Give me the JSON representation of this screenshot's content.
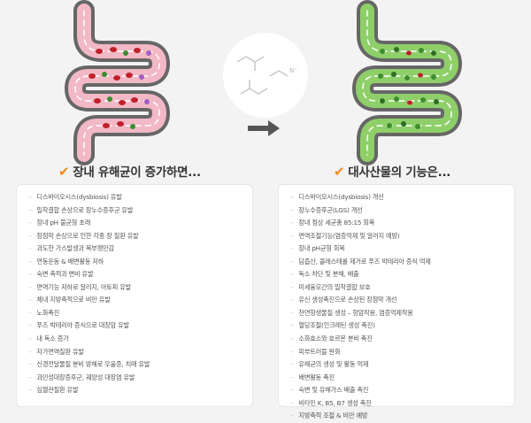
{
  "left": {
    "heading": "장내 유해균이 증가하면...",
    "items": [
      "디스바이오시스(dysbiosis) 유발",
      "밀착결합 손상으로 장누수증후군 유발",
      "장내 pH 불균형 초래",
      "장점막 손상으로 인한 각종 장 질환 유발",
      "과도한 가스발생과 복부팽만감",
      "연동운동 & 배변활동 저하",
      "숙변 축적과 변비 유발",
      "면역기능 저하로 알러지, 아토피 유발",
      "체내 지방축적으로 비만 유발",
      "노화촉진",
      "푸즈 박테리아 증식으로 대장암 유발",
      "내 독소 증가",
      "자가면역질환 유발",
      "신경전달물질 분비 방해로 우울증, 치매 유발",
      "과민성대장증후군, 궤양성 대장염 유발",
      "심혈관질환 유발"
    ]
  },
  "right": {
    "heading": "대사산물의 기능은...",
    "items": [
      "디스바이오시스(dysbiosis) 개선",
      "장누수증후군(LGS) 개선",
      "장내 정상 세균총 85:15 회복",
      "면역조절기능(염증억제 및 알러지 예방)",
      "장내 pH균형 회복",
      "담즙산, 콜레스테롤 제거로 푸즈 박테리아 증식 억제",
      "독소 차단 및 분해, 배출",
      "미세융모간의 밀착결합 보호",
      "유신 생성촉진으로 손상된 장점막 개선",
      "천연항생물질 생성 – 항암작용, 염증억제작용",
      "혈당조절(인크레틴 생성 촉진)",
      "소화효소와 호르몬 분비 촉진",
      "피부트러블 완화",
      "유해균의 생성 및 활동 억제",
      "배변활동 촉진",
      "숙변 및 유해가스 배출 촉진",
      "비타민 K, B5, B7 생성 촉진",
      "지방축적 조절 & 비만 예방"
    ]
  },
  "illustration": {
    "molecule_label": "N⁺",
    "colors": {
      "intestine_wall": "#666666",
      "bad_lining": "#f2b8c6",
      "good_lining": "#8fcf6a",
      "bacteria_bad": "#c0202a",
      "bacteria_good": "#3c8d2f",
      "accent": "#f08a1c"
    }
  }
}
